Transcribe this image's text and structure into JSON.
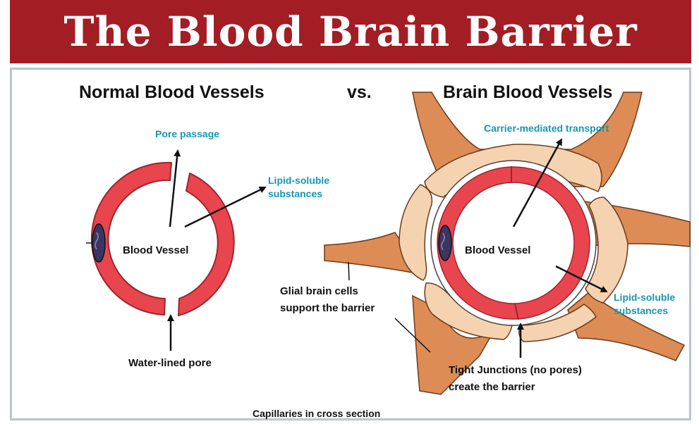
{
  "title": "The Blood Brain Barrier",
  "headings": {
    "left": "Normal Blood Vessels",
    "vs": "vs.",
    "right": "Brain Blood Vessels"
  },
  "left_labels": {
    "pore_passage": "Pore passage",
    "lipid_line1": "Lipid-soluble",
    "lipid_line2": "substances",
    "blood_vessel": "Blood Vessel",
    "water_pore": "Water-lined pore"
  },
  "right_labels": {
    "carrier": "Carrier-mediated transport",
    "blood_vessel": "Blood Vessel",
    "lipid_line1": "Lipid-soluble",
    "lipid_line2": "substances",
    "glial_line1": "Glial brain cells",
    "glial_line2": "support the barrier",
    "tight_line1": "Tight Junctions (no pores)",
    "tight_line2": "create the barrier"
  },
  "caption": "Capillaries in cross section",
  "colors": {
    "banner": "#a31d24",
    "vessel_red": "#e8454f",
    "nucleus": "#3b3561",
    "glia_dark": "#dd8c55",
    "glia_light": "#f6d3b0",
    "label_cyan": "#1497b4"
  }
}
